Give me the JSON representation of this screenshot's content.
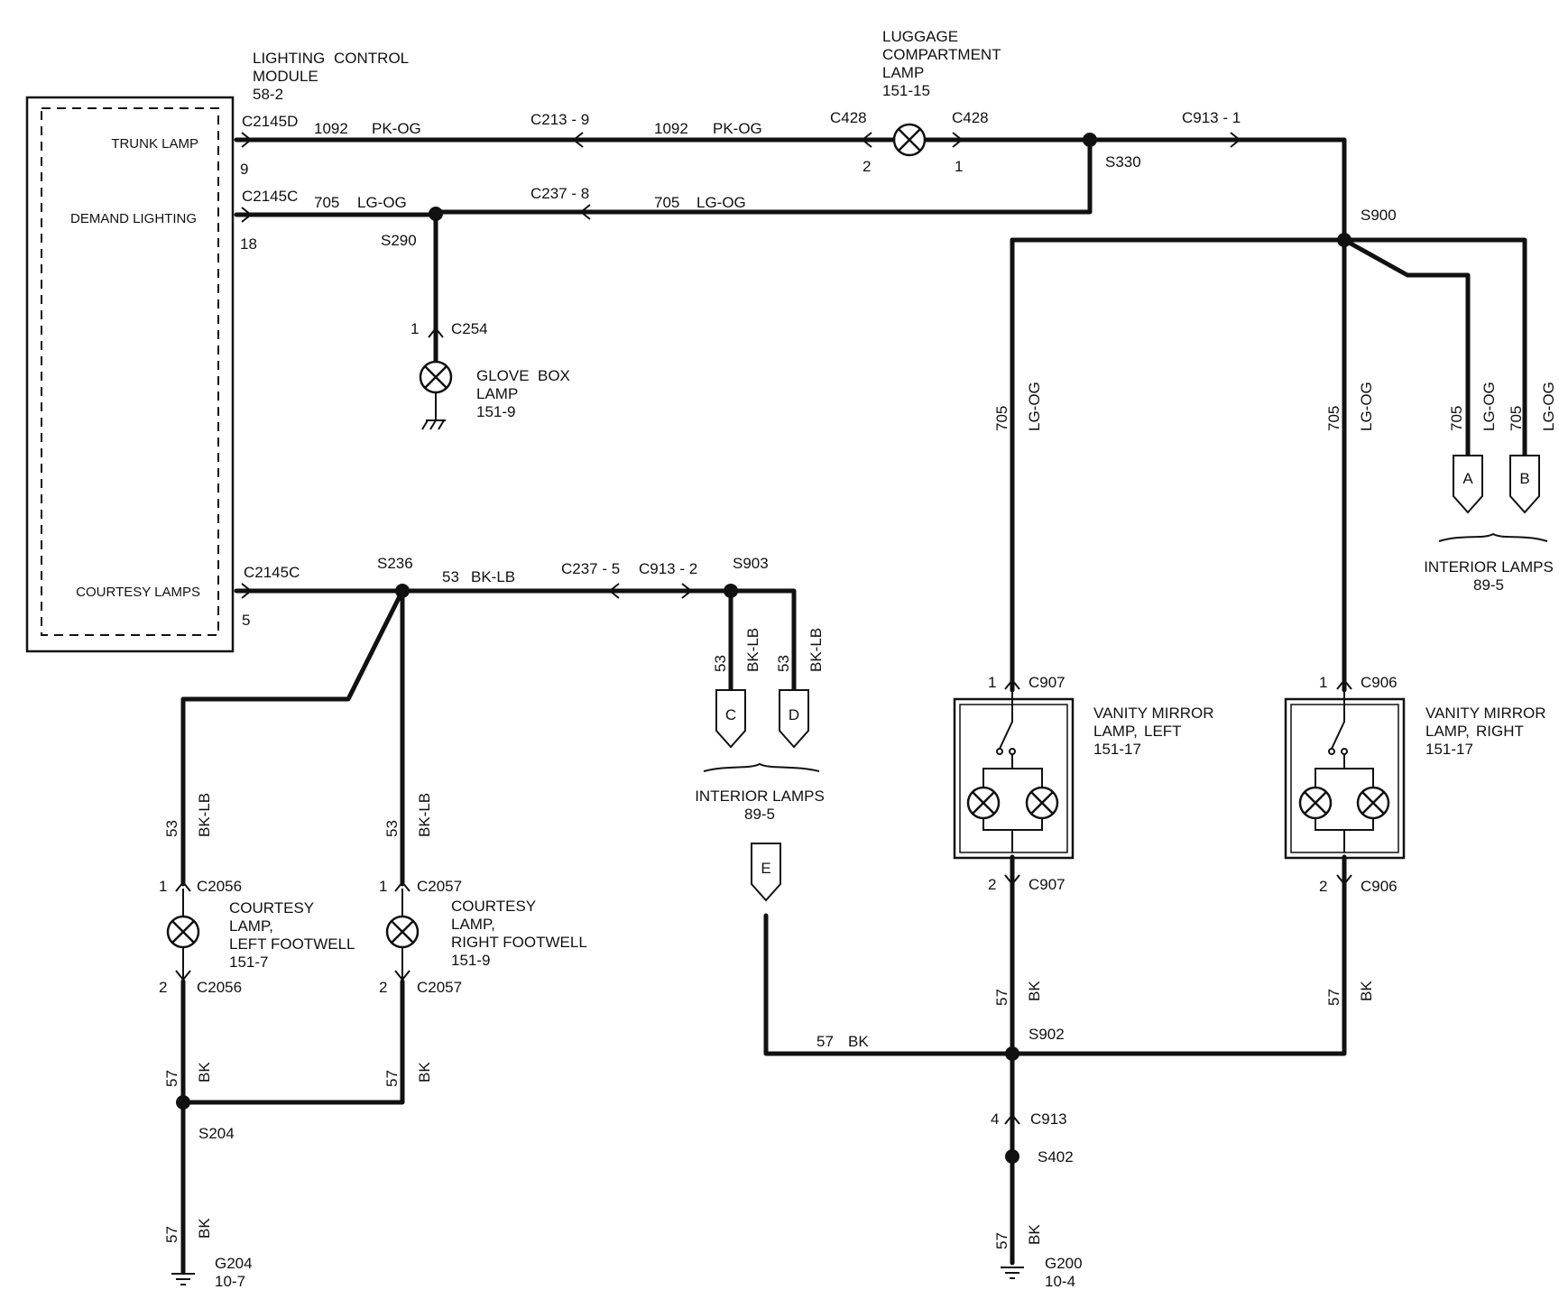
{
  "module": {
    "name": [
      "LIGHTING",
      "CONTROL",
      "MODULE",
      "58-2"
    ]
  },
  "pins": {
    "trunk": {
      "label": "TRUNK LAMP",
      "connector": "C2145D",
      "pin": "9"
    },
    "demand": {
      "label": "DEMAND LIGHTING",
      "connector": "C2145C",
      "pin": "18"
    },
    "courtesy": {
      "label": "COURTESY LAMPS",
      "connector": "C2145C",
      "pin": "5"
    }
  },
  "wires": {
    "w1092": {
      "circuit": "1092",
      "color": "PK-OG"
    },
    "w705": {
      "circuit": "705",
      "color": "LG-OG"
    },
    "w53": {
      "circuit": "53",
      "color": "BK-LB"
    },
    "w57": {
      "circuit": "57",
      "color": "BK"
    }
  },
  "connectors": {
    "c213": "C213 - 9",
    "c428": "C428",
    "c428_pin_in": "2",
    "c428_pin_out": "1",
    "c913_1": "C913 - 1",
    "c237_8": "C237 - 8",
    "c254": "C254",
    "c254_pin": "1",
    "c237_5": "C237 - 5",
    "c913_2": "C913 - 2",
    "c907": "C907",
    "c906": "C906",
    "c2056": "C2056",
    "c2057": "C2057",
    "c913": "C913",
    "c913_pin": "4",
    "pin1": "1",
    "pin2": "2"
  },
  "splices": {
    "s330": "S330",
    "s290": "S290",
    "s900": "S900",
    "s236": "S236",
    "s903": "S903",
    "s902": "S902",
    "s204": "S204",
    "s402": "S402"
  },
  "components": {
    "luggage": [
      "LUGGAGE",
      "COMPARTMENT",
      "LAMP",
      "151-15"
    ],
    "glove": [
      "GLOVE",
      "BOX",
      "LAMP",
      "151-9"
    ],
    "vanity_left": [
      "VANITY MIRROR",
      "LAMP,",
      "LEFT",
      "151-17"
    ],
    "vanity_right": [
      "VANITY MIRROR",
      "LAMP,",
      "RIGHT",
      "151-17"
    ],
    "courtesy_left": [
      "COURTESY",
      "LAMP,",
      "LEFT FOOTWELL",
      "151-7"
    ],
    "courtesy_right": [
      "COURTESY",
      "LAMP,",
      "RIGHT FOOTWELL",
      "151-9"
    ]
  },
  "interior_lamps": {
    "label": "INTERIOR LAMPS",
    "ref": "89-5",
    "connectors": [
      "A",
      "B",
      "C",
      "D",
      "E"
    ]
  },
  "grounds": {
    "g204": {
      "name": "G204",
      "ref": "10-7"
    },
    "g200": {
      "name": "G200",
      "ref": "10-4"
    }
  }
}
